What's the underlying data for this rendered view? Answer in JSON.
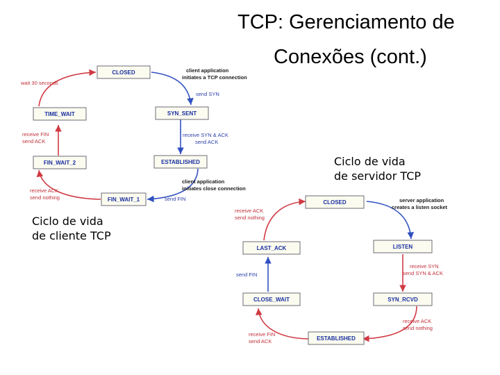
{
  "title": {
    "line1": "TCP: Gerenciamento de",
    "line2": "Conexões (cont.)"
  },
  "captions": {
    "server": [
      "Ciclo de vida",
      "de servidor TCP"
    ],
    "client": [
      "Ciclo de vida",
      "de cliente TCP"
    ]
  },
  "client_diagram": {
    "states": {
      "closed": "CLOSED",
      "syn_sent": "SYN_SENT",
      "established": "ESTABLISHED",
      "fin_wait_1": "FIN_WAIT_1",
      "fin_wait_2": "FIN_WAIT_2",
      "time_wait": "TIME_WAIT"
    },
    "labels": {
      "client_app_1": "client application",
      "client_app_2": "initiates a TCP connection",
      "send_syn": "send SYN",
      "recv_synack_1": "receive SYN & ACK",
      "recv_synack_2": "send ACK",
      "close_1": "client application",
      "close_2": "initiates close connection",
      "send_fin": "send FIN",
      "recv_ack_1": "receive ACK",
      "recv_ack_2": "send nothing",
      "recv_fin_1": "receive FIN",
      "recv_fin_2": "send ACK",
      "wait_30": "wait 30 seconds"
    }
  },
  "server_diagram": {
    "states": {
      "closed": "CLOSED",
      "listen": "LISTEN",
      "syn_rcvd": "SYN_RCVD",
      "established": "ESTABLISHED",
      "close_wait": "CLOSE_WAIT",
      "last_ack": "LAST_ACK"
    },
    "labels": {
      "server_app_1": "server application",
      "server_app_2": "creates a listen socket",
      "recv_syn_1": "receive SYN",
      "recv_syn_2": "send SYN & ACK",
      "recv_ack_1": "receive ACK",
      "recv_ack_2": "send nothing",
      "recv_fin_1": "receive FIN",
      "recv_fin_2": "send ACK",
      "send_fin": "send FIN",
      "recv_ack_last_1": "receive ACK",
      "recv_ack_last_2": "send nothing"
    }
  },
  "colors": {
    "red_transition": "#d03a44",
    "blue_transition": "#3050c0",
    "state_text": "#1a2fa0"
  }
}
